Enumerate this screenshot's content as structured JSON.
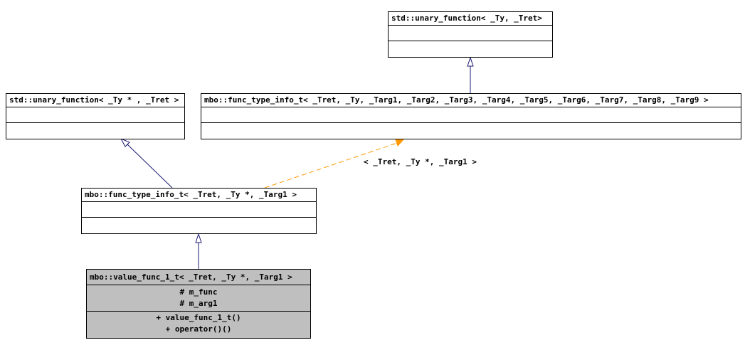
{
  "classes": {
    "unary_fn_ty_tret": {
      "title": "std::unary_function< _Ty, _Tret>"
    },
    "unary_fn_typtr_tret": {
      "title": "std::unary_function< _Ty * , _Tret >"
    },
    "func_type_info_full": {
      "title": "mbo::func_type_info_t< _Tret, _Ty, _Targ1, _Targ2, _Targ3, _Targ4, _Targ5, _Targ6, _Targ7, _Targ8, _Targ9 >"
    },
    "func_type_info_spec": {
      "title": "mbo::func_type_info_t< _Tret, _Ty *, _Targ1 >"
    },
    "value_func_1_t": {
      "title": "mbo::value_func_1_t< _Tret, _Ty *, _Targ1 >",
      "attributes": [
        "# m_func",
        "# m_arg1"
      ],
      "operations": [
        "+ value_func_1_t()",
        "+ operator()()"
      ]
    }
  },
  "edges": {
    "template_binding_label": "< _Tret, _Ty *, _Targ1 >"
  },
  "colors": {
    "template_edge": "#ff9900",
    "inheritance_edge": "#191970",
    "highlight_fill": "#bfbfbf"
  }
}
